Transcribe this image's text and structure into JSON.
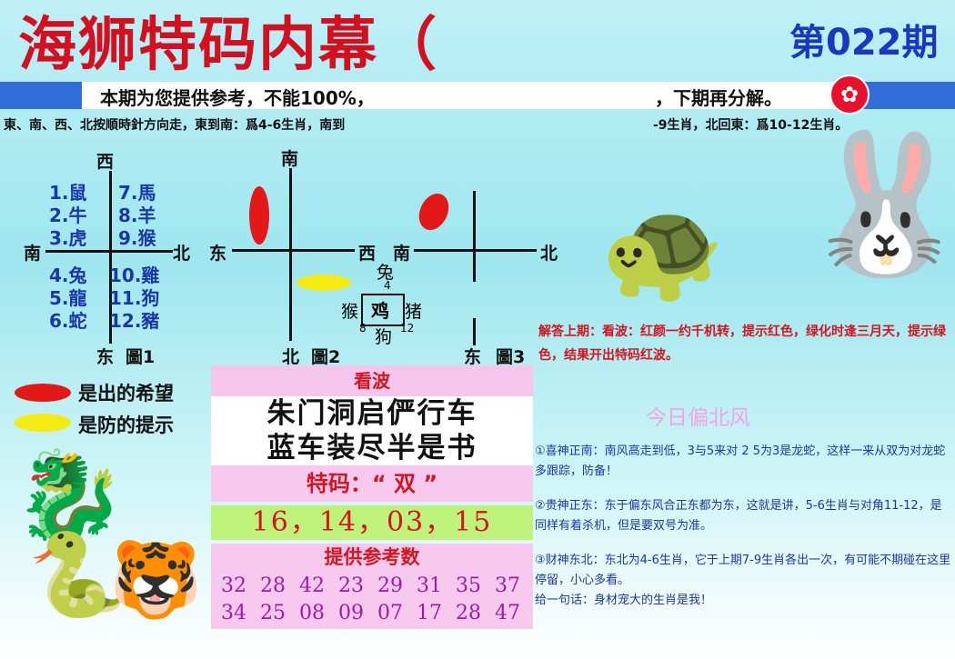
{
  "header": {
    "title": "海狮特码内幕（",
    "issue": "第022期",
    "notice_left": "本期为您提供参考，不能100%，",
    "notice_right": "，下期再分解。",
    "rule_left": "東、南、西、北按順時針方向走，東到南：爲4-6生肖，南到",
    "rule_right": "-9生肖，北回東：爲10-12生肖。",
    "emblem": "hk-bauhinia-icon"
  },
  "fig1": {
    "top": "西",
    "left": "南",
    "right": "北",
    "bottom": "东",
    "caption": "圖1",
    "left_col": [
      "1.鼠",
      "2.牛",
      "3.虎",
      "4.兔",
      "5.龍",
      "6.蛇"
    ],
    "right_col": [
      "7.馬",
      "8.羊",
      "9.猴",
      "10.雞",
      "11.狗",
      "12.豬"
    ]
  },
  "fig2": {
    "top": "南",
    "left": "东",
    "right": "西",
    "bottom": "北",
    "caption": "圖2",
    "center": "鸡",
    "n": "兔",
    "n_num": "4",
    "w": "猴",
    "e": "猪",
    "s": "狗",
    "sw_num": "8",
    "se_num": "12"
  },
  "fig3": {
    "left": "南",
    "right": "北",
    "bottom": "东",
    "caption": "圖3"
  },
  "legend": {
    "red_label": "是出的希望",
    "yellow_label": "是防的提示",
    "red_color": "#e31818",
    "yellow_color": "#f5ea12"
  },
  "center": {
    "heading": "看波",
    "poem_line1": "朱门洞启俨行车",
    "poem_line2": "蓝车装尽半是书",
    "tema_label": "特码：“ 双 ”",
    "numbers": "16，14，03，15",
    "ref_title": "提供参考数",
    "ref_row1": [
      "32",
      "28",
      "42",
      "23",
      "29",
      "31",
      "35",
      "37"
    ],
    "ref_row2": [
      "34",
      "25",
      "08",
      "09",
      "07",
      "17",
      "28",
      "47"
    ]
  },
  "right": {
    "answer": "解答上期：看波：红颜一约千机转，提示红色，绿化时逢三月天，提示绿色，结果开出特码红波。",
    "jr_title": "今日偏北风",
    "p1": "①喜神正南：南风高走到低，3与5来对 2 5为3是龙蛇，这样一来从双为对龙蛇多跟踪，防备！",
    "p2": "②贵神正东：东于偏东风合正东都为东，这就是讲，5-6生肖与对角11-12，是同样有着杀机，但是要双号为准。",
    "p3": "③财神东北：东北为4-6生肖，它于上期7-9生肖各出一次，有可能不期碰在这里停留，小心多看。",
    "p4": "给一句话：身材宠大的生肖是我！"
  }
}
